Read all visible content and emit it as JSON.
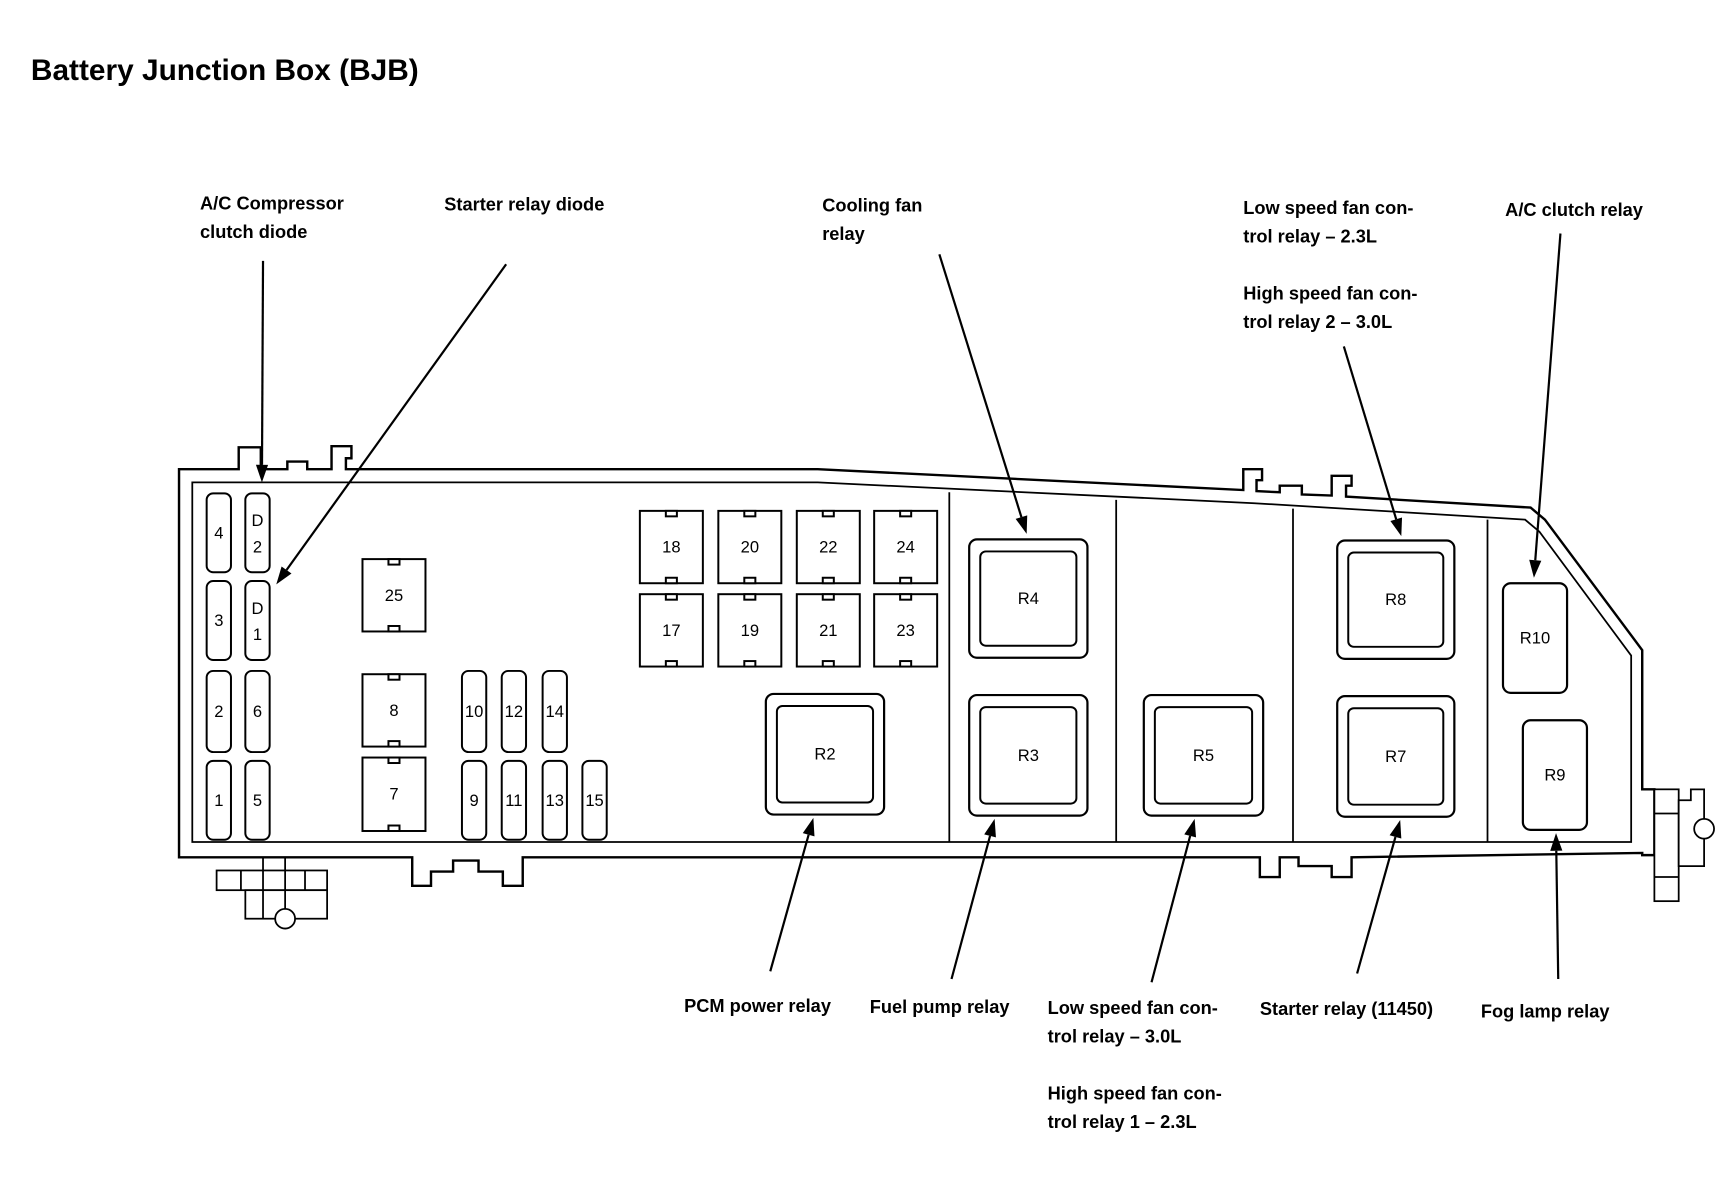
{
  "title": "Battery Junction Box (BJB)",
  "callouts_top": [
    {
      "id": "ac-compressor-clutch-diode",
      "lines": [
        "A/C Compressor",
        "clutch diode"
      ],
      "target": "D2"
    },
    {
      "id": "starter-relay-diode",
      "lines": [
        "Starter relay diode"
      ],
      "target": "D1"
    },
    {
      "id": "cooling-fan-relay",
      "lines": [
        "Cooling fan",
        "relay"
      ],
      "target": "R4"
    },
    {
      "id": "low-high-speed-fan-relay-r8",
      "lines": [
        "Low speed fan con-",
        "trol relay – 2.3L",
        "",
        "High speed fan con-",
        "trol relay 2 – 3.0L"
      ],
      "target": "R8"
    },
    {
      "id": "ac-clutch-relay",
      "lines": [
        "A/C clutch relay"
      ],
      "target": "R10"
    }
  ],
  "callouts_bottom": [
    {
      "id": "pcm-power-relay",
      "lines": [
        "PCM power relay"
      ],
      "target": "R2"
    },
    {
      "id": "fuel-pump-relay",
      "lines": [
        "Fuel pump relay"
      ],
      "target": "R3"
    },
    {
      "id": "low-high-speed-fan-relay-r5",
      "lines": [
        "Low speed fan con-",
        "trol relay – 3.0L",
        "",
        "High speed fan con-",
        "trol relay 1 – 2.3L"
      ],
      "target": "R5"
    },
    {
      "id": "starter-relay",
      "lines": [
        "Starter relay (11450)"
      ],
      "target": "R7"
    },
    {
      "id": "fog-lamp-relay",
      "lines": [
        "Fog lamp relay"
      ],
      "target": "R9"
    }
  ],
  "mini_fuses": [
    "4",
    "D2",
    "3",
    "D1",
    "2",
    "6",
    "1",
    "5",
    "10",
    "12",
    "14",
    "9",
    "11",
    "13",
    "15"
  ],
  "cartridge_fuses": [
    "25",
    "8",
    "7",
    "18",
    "20",
    "22",
    "24",
    "17",
    "19",
    "21",
    "23"
  ],
  "relays": [
    "R2",
    "R3",
    "R4",
    "R5",
    "R7",
    "R8",
    "R9",
    "R10"
  ]
}
